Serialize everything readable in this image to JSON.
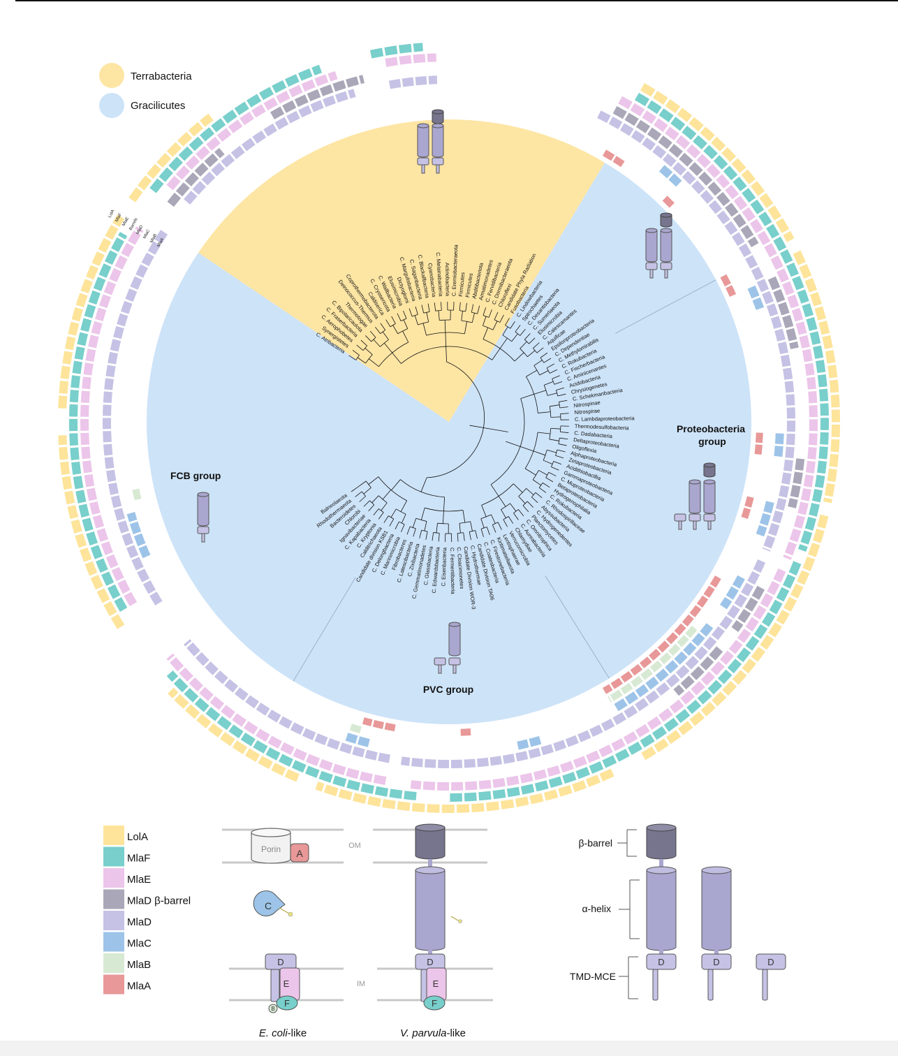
{
  "colors": {
    "terrabacteria": "#fde5a4",
    "gracilicutes": "#cde3f8",
    "LolA": "#fde49a",
    "MlaF": "#78cfcb",
    "MlaE": "#ecc5ea",
    "MlaD_barrel": "#a9a7b8",
    "MlaD": "#c5c2e5",
    "MlaC": "#9dc4e8",
    "MlaB": "#d7e9d3",
    "MlaA": "#e89898",
    "helix": "#a9a6cf",
    "barrel_dark": "#77758d"
  },
  "legend_groups": [
    {
      "label": "Terrabacteria",
      "color": "#fde5a4"
    },
    {
      "label": "Gracilicutes",
      "color": "#cde3f8"
    }
  ],
  "ring_labels": [
    "LolA",
    "MlaF",
    "MlaE",
    "Barrels",
    "MlaD",
    "MlaC",
    "MlaB",
    "MlaA"
  ],
  "group_labels": {
    "fcb": "FCB group",
    "proteo_line1": "Proteobacteria",
    "proteo_line2": "group",
    "pvc": "PVC group"
  },
  "taxa": [
    "C. Atribacteria",
    "Synergistetes",
    "C. Aerophobetes",
    "C. Fraserbacteria",
    "C. Bipolaricaulota",
    "Thermotogae",
    "Deinococcus-Thermus",
    "Coprothermobacterota",
    "Caldiserica",
    "C. Cryosericota",
    "C. Wallbacteria",
    "Elusimicrobia",
    "Dictyoglomi",
    "C. Margulisbacteria",
    "C. Saganbacteria",
    "C. Blackallbacteria",
    "Cyanobacteria",
    "C. Melainabacteria",
    "Actinobacteria",
    "C. Eremiobacteraeota",
    "Firmicutes",
    "Firmicutes",
    "Abditibacteriota",
    "Armatimonadetes",
    "C. Fervidibacteria",
    "C. Dormibacteraeota",
    "Chloroflexi",
    "Candidate Phyla Radiation",
    "Fusobacteria",
    "C. Lindowbacteria",
    "Spirochaetes",
    "C. Desantisbacteria",
    "C. Sumerlaeota",
    "Elusimicrobia",
    "C. Calescamantes",
    "Aquificae",
    "Epsilonproteobacteria",
    "C. Dependentiae",
    "C. Methylomirabilis",
    "C. Rokubacteria",
    "C. Fischerbacteria",
    "C. Aminicenantes",
    "Acidobacteria",
    "Chrysiogenetes",
    "C. Schekmanbacteria",
    "Nitrospinae",
    "Nitrospirae",
    "C. Lambdaproteobacteria",
    "Thermodesulfobacteria",
    "C. Dadabacteria",
    "Deltaproteobacteria",
    "Oligoflexia",
    "Alphaproteobacteria",
    "Zetaproteobacteria",
    "Acidithiobacillia",
    "Gammaproteobacteria",
    "C. Muproteobacteria",
    "Betaproteobacteria",
    "Hydrogenophilalia",
    "C. Rokubacteria",
    "C. Rhodospirillaceae",
    "Abyssubacteria",
    "C. Hydrogenedentes",
    "Planctomycetes",
    "C. Omnitrophica",
    "C. Aureabacteria",
    "Chlamydiae",
    "Verrucomicrobia",
    "Lentisphaerae",
    "Kiritimatiellaeota",
    "C. Firestonebacteria",
    "C. Coatesbacteria",
    "Candidate Division TA06",
    "C. Hydrothermae",
    "Candidate Division WOR-3",
    "C. Cloacimonetes",
    "C. Fermentibacteria",
    "C. Eisenbacteria",
    "C. Edwardsbacteria",
    "C. Glassbacteria",
    "C. Gemmatimonadetes",
    "C. Zixibacteria",
    "C. Latescibacteria",
    "Fibrobacteres",
    "C. Marinimicrobia",
    "C. Delongbacteria",
    "Candidate division KSB1",
    "Calditrichaeota",
    "C. Kryptonia",
    "C. Kapabacteria",
    "Ignavibacteriae",
    "Chlorobi",
    "Bacteroidetes",
    "Rhodothermaeota",
    "Balneolaeota"
  ],
  "legend_items": [
    {
      "label": "LolA",
      "key": "LolA"
    },
    {
      "label": "MlaF",
      "key": "MlaF"
    },
    {
      "label": "MlaE",
      "key": "MlaE"
    },
    {
      "label": "MlaD β-barrel",
      "key": "MlaD_barrel"
    },
    {
      "label": "MlaD",
      "key": "MlaD"
    },
    {
      "label": "MlaC",
      "key": "MlaC"
    },
    {
      "label": "MlaB",
      "key": "MlaB"
    },
    {
      "label": "MlaA",
      "key": "MlaA"
    }
  ],
  "schematics": {
    "om": "OM",
    "im": "IM",
    "porin": "Porin",
    "a": "A",
    "c": "C",
    "d": "D",
    "e": "E",
    "f": "F",
    "b": "B",
    "ecoli_italic": "E. coli",
    "vparvula_italic": "V. parvula",
    "like_suffix": "-like"
  },
  "domains": {
    "barrel": "β-barrel",
    "helix": "α-helix",
    "tmd": "TMD-MCE"
  }
}
